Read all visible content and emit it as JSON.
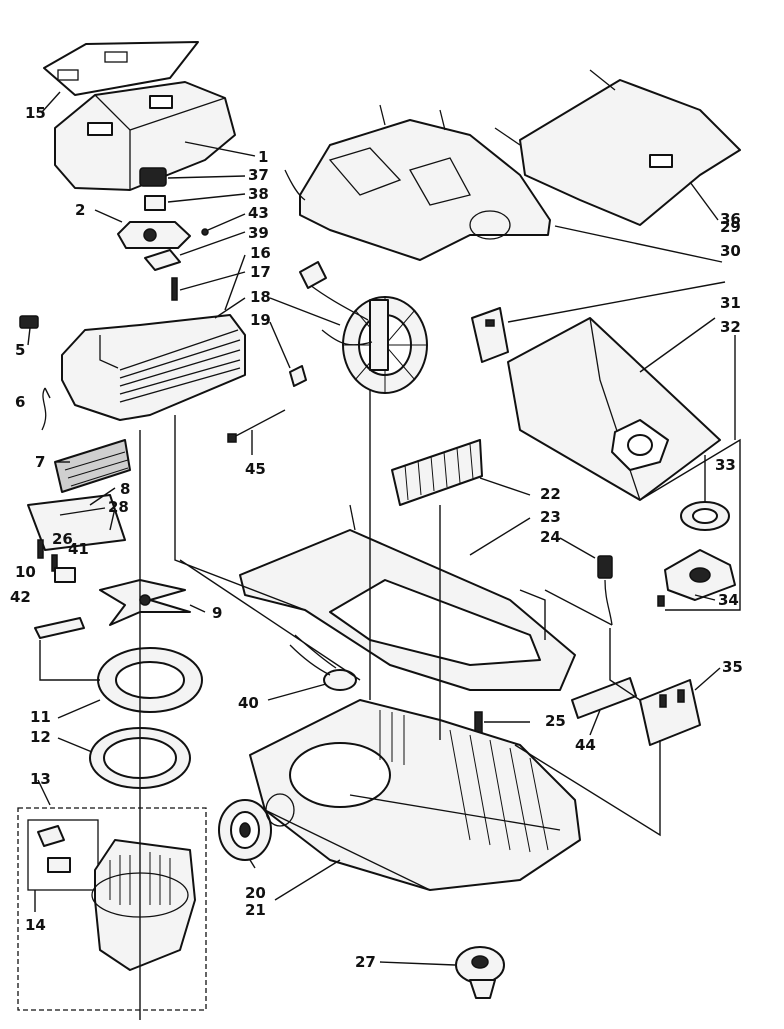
{
  "diagram": {
    "labels": {
      "n1": "1",
      "n2": "2",
      "n5": "5",
      "n6": "6",
      "n7": "7",
      "n8": "8",
      "n9": "9",
      "n10": "10",
      "n11": "11",
      "n12": "12",
      "n13": "13",
      "n14": "14",
      "n15": "15",
      "n16": "16",
      "n17": "17",
      "n18": "18",
      "n19": "19",
      "n20": "20",
      "n21": "21",
      "n22": "22",
      "n23": "23",
      "n24": "24",
      "n25": "25",
      "n26": "26",
      "n27": "27",
      "n28": "28",
      "n29": "29",
      "n30": "30",
      "n31": "31",
      "n32": "32",
      "n33": "33",
      "n34": "34",
      "n35": "35",
      "n36": "36",
      "n37": "37",
      "n38": "38",
      "n39": "39",
      "n40": "40",
      "n41": "41",
      "n42": "42",
      "n43": "43",
      "n44": "44",
      "n45": "45"
    },
    "colors": {
      "ink": "#111111",
      "paper": "#ffffff",
      "fill": "#f4f4f4"
    }
  }
}
